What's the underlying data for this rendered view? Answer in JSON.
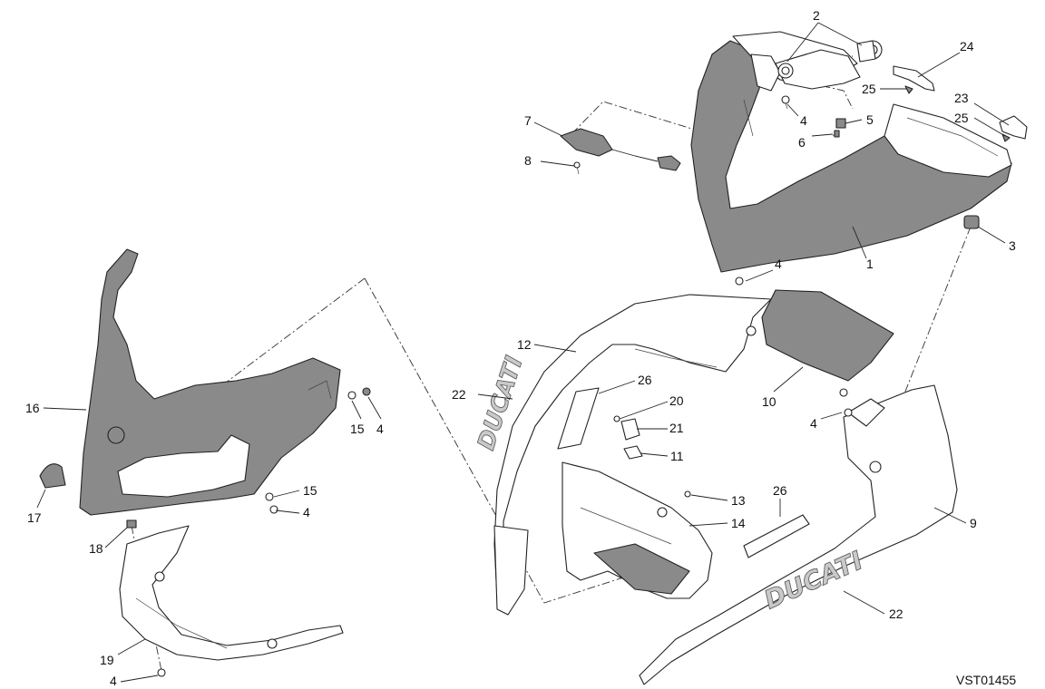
{
  "diagram": {
    "code": "VST01455",
    "logo_text": "DUCATI",
    "callouts": [
      "1",
      "2",
      "3",
      "4",
      "4",
      "4",
      "4",
      "4",
      "4",
      "5",
      "6",
      "7",
      "8",
      "9",
      "10",
      "11",
      "12",
      "13",
      "14",
      "15",
      "15",
      "16",
      "17",
      "18",
      "19",
      "20",
      "21",
      "22",
      "22",
      "23",
      "24",
      "25",
      "25",
      "26",
      "26"
    ]
  }
}
